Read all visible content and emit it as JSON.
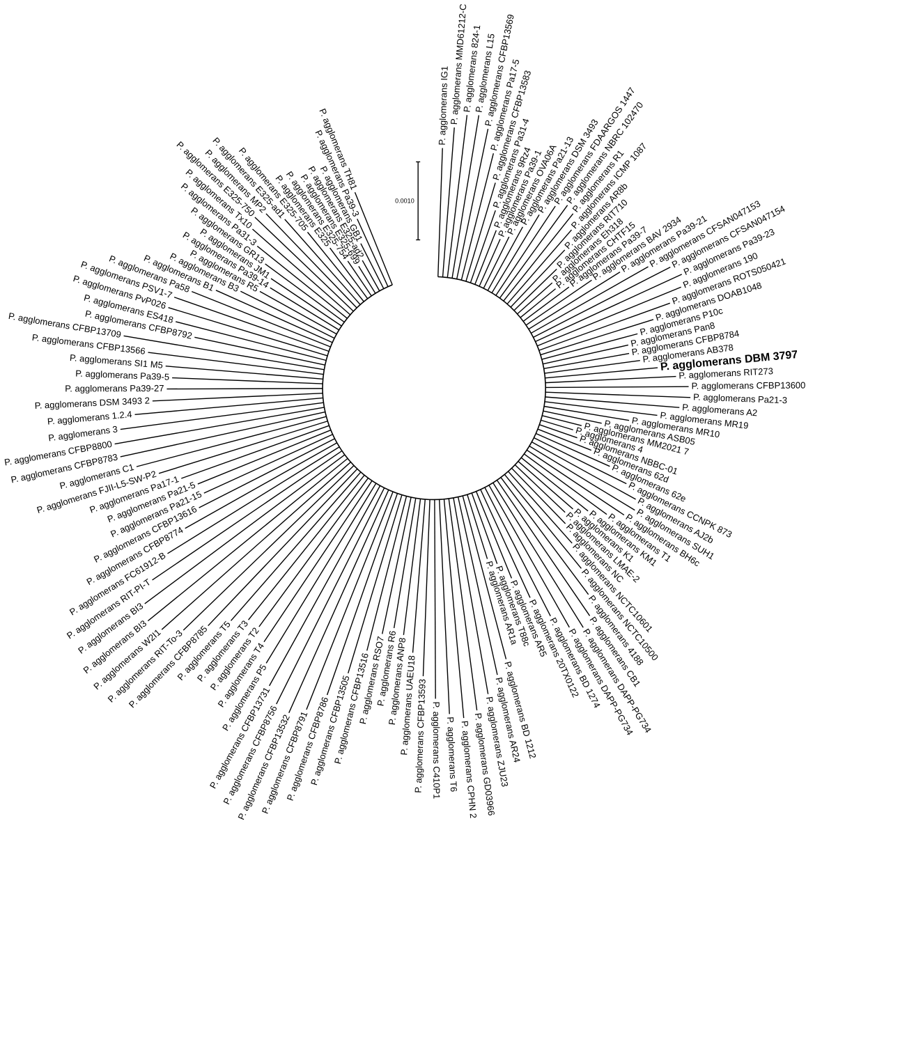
{
  "scale_bar": {
    "label": "0.0010"
  },
  "highlight_color": "#000000",
  "taxa": [
    {
      "label": "P. agglomerans IG1"
    },
    {
      "label": "P. agglomerans MMD61212-C"
    },
    {
      "label": "P. agglomerans 824-1"
    },
    {
      "label": "P. agglomerans L15"
    },
    {
      "label": "P. agglomerans CFBP13569"
    },
    {
      "label": "P. agglomerans Pa17-5"
    },
    {
      "label": "P. agglomerans CFBP13583"
    },
    {
      "label": "P. agglomerans Pa31-4"
    },
    {
      "label": "P. agglomerans 9Rz4"
    },
    {
      "label": "P. agglomerans Pa39-1"
    },
    {
      "label": "P. agglomerans OVA06A"
    },
    {
      "label": "P. agglomerans Pa21-13"
    },
    {
      "label": "P. agglomerans DSM 3493"
    },
    {
      "label": "P. agglomerans FDAARGOS 1447"
    },
    {
      "label": "P. agglomerans NBRC 102470"
    },
    {
      "label": "P. agglomerans R1"
    },
    {
      "label": "P. agglomerans ICMP 1087"
    },
    {
      "label": "P. agglomerans AR8b"
    },
    {
      "label": "P. agglomerans RIT710"
    },
    {
      "label": "P. agglomerans Eh318"
    },
    {
      "label": "P. agglomerans CHTF15"
    },
    {
      "label": "P. agglomerans Pa39-7"
    },
    {
      "label": "P. agglomerans BAV 2934"
    },
    {
      "label": "P. agglomerans Pa39-21"
    },
    {
      "label": "P. agglomerans CFSAN047153"
    },
    {
      "label": "P. agglomerans CFSAN047154"
    },
    {
      "label": "P. agglomerans Pa39-23"
    },
    {
      "label": "P. agglomerans 190"
    },
    {
      "label": "P. agglomerans ROTS050421"
    },
    {
      "label": "P. agglomerans DOAB1048"
    },
    {
      "label": "P. agglomerans P10c"
    },
    {
      "label": "P. agglomerans Pan8"
    },
    {
      "label": "P. agglomerans CFBP8784"
    },
    {
      "label": "P. agglomerans AB378"
    },
    {
      "label": "P. agglomerans DBM 3797",
      "highlight": true
    },
    {
      "label": "P. agglomerans RIT273"
    },
    {
      "label": "P. agglomerans CFBP13600"
    },
    {
      "label": "P. agglomerans Pa21-3"
    },
    {
      "label": "P. agglomerans A2"
    },
    {
      "label": "P. agglomerans MR19"
    },
    {
      "label": "P. agglomerans MR10"
    },
    {
      "label": "P. agglomerans ASB05"
    },
    {
      "label": "P. agglomerans MM2021 7"
    },
    {
      "label": "P. agglomerans 4"
    },
    {
      "label": "P. agglomerans NBBC-01"
    },
    {
      "label": "P. agglomerans 62d"
    },
    {
      "label": "P. agglomerans 62e"
    },
    {
      "label": "P. agglomerans CCNPK 873"
    },
    {
      "label": "P. agglomerans AJ2b"
    },
    {
      "label": "P. agglomerans SUH1"
    },
    {
      "label": "P. agglomerans BH6c"
    },
    {
      "label": "P. agglomerans T1"
    },
    {
      "label": "P. agglomerans KM1"
    },
    {
      "label": "P. agglomerans K1"
    },
    {
      "label": "P. agglomerans LMAE-2"
    },
    {
      "label": "P. agglomerans NC"
    },
    {
      "label": "P. agglomerans NCTC10601"
    },
    {
      "label": "P. agglomerans NCTC10500"
    },
    {
      "label": "P. agglomerans 4188"
    },
    {
      "label": "P. agglomerans CB1"
    },
    {
      "label": "P. agglomerans DAPP-PG734"
    },
    {
      "label": "P. agglomerans DAPP-PG734"
    },
    {
      "label": "P. agglomerans BD 1274"
    },
    {
      "label": "P. agglomerans 20TX0122"
    },
    {
      "label": "P. agglomerans AR5"
    },
    {
      "label": "P. agglomerans T88c"
    },
    {
      "label": "P. agglomerans AR1a"
    },
    {
      "label": "P. agglomerans BD 1212"
    },
    {
      "label": "P. agglomerans AR24"
    },
    {
      "label": "P. agglomerans ZJU23"
    },
    {
      "label": "P. agglomerans GD03966"
    },
    {
      "label": "P. agglomerans CPHN 2"
    },
    {
      "label": "P. agglomerans T6"
    },
    {
      "label": "P. agglomerans C410P1"
    },
    {
      "label": "P. agglomerans CFBP13593"
    },
    {
      "label": "P. agglomerans UAEU18"
    },
    {
      "label": "P. agglomerans ANP8"
    },
    {
      "label": "P. agglomerans R6"
    },
    {
      "label": "P. agglomerans RSO7"
    },
    {
      "label": "P. agglomerans CFBP13516"
    },
    {
      "label": "P. agglomerans CFBP13505"
    },
    {
      "label": "P. agglomerans CFBP8786"
    },
    {
      "label": "P. agglomerans CFBP8791"
    },
    {
      "label": "P. agglomerans CFBP13532"
    },
    {
      "label": "P. agglomerans CFBP8756"
    },
    {
      "label": "P. agglomerans CFBP13731"
    },
    {
      "label": "P. agglomerans P5"
    },
    {
      "label": "P. agglomerans T4"
    },
    {
      "label": "P. agglomerans T2"
    },
    {
      "label": "P. agglomerans T3"
    },
    {
      "label": "P. agglomerans T5"
    },
    {
      "label": "P. agglomerans CFBP8785"
    },
    {
      "label": "P. agglomerans RIT-To-3"
    },
    {
      "label": "P. agglomerans W2I1"
    },
    {
      "label": "P. agglomerans BI3"
    },
    {
      "label": "P. agglomerans BI3"
    },
    {
      "label": "P. agglomerans RIT-PI-T"
    },
    {
      "label": "P. agglomerans FC61912-B"
    },
    {
      "label": "P. agglomerans CFBP8774"
    },
    {
      "label": "P. agglomerans CFBP13616"
    },
    {
      "label": "P. agglomerans Pa21-15"
    },
    {
      "label": "P. agglomerans Pa21-5"
    },
    {
      "label": "P. agglomerans Pa17-1"
    },
    {
      "label": "P. agglomerans FJII-L5-SW-P2"
    },
    {
      "label": "P. agglomerans C1"
    },
    {
      "label": "P. agglomerans CFBP8783"
    },
    {
      "label": "P. agglomerans CFBP8800"
    },
    {
      "label": "P. agglomerans 3"
    },
    {
      "label": "P. agglomerans 1.2.4"
    },
    {
      "label": "P. agglomerans DSM 3493 2"
    },
    {
      "label": "P. agglomerans Pa39-27"
    },
    {
      "label": "P. agglomerans Pa39-5"
    },
    {
      "label": "P. agglomerans SI1 M5"
    },
    {
      "label": "P. agglomerans CFBP13566"
    },
    {
      "label": "P. agglomerans CFBP13709"
    },
    {
      "label": "P. agglomerans CFBP8792"
    },
    {
      "label": "P. agglomerans ES418"
    },
    {
      "label": "P. agglomerans PvP026"
    },
    {
      "label": "P. agglomerans PSV1-7"
    },
    {
      "label": "P. agglomerans Pa58"
    },
    {
      "label": "P. agglomerans B1"
    },
    {
      "label": "P. agglomerans B3"
    },
    {
      "label": "P. agglomerans R5"
    },
    {
      "label": "P. agglomerans Pa39-14"
    },
    {
      "label": "P. agglomerans JM1"
    },
    {
      "label": "P. agglomerans GR13"
    },
    {
      "label": "P. agglomerans Pa31-3"
    },
    {
      "label": "P. agglomerans Tx10"
    },
    {
      "label": "P. agglomerans E325-750"
    },
    {
      "label": "P. agglomerans MP2"
    },
    {
      "label": "P. agglomerans E325-ad1"
    },
    {
      "label": "P. agglomerans E325-705"
    },
    {
      "label": "P. agglomerans E325"
    },
    {
      "label": "P. agglomerans E325-754"
    },
    {
      "label": "P. agglomerans E325-699"
    },
    {
      "label": "P. agglomerans E325-ad2"
    },
    {
      "label": "P. agglomerans GB1"
    },
    {
      "label": "P. agglomerans Pa39-3"
    },
    {
      "label": "P. agglomerans TH81"
    }
  ]
}
